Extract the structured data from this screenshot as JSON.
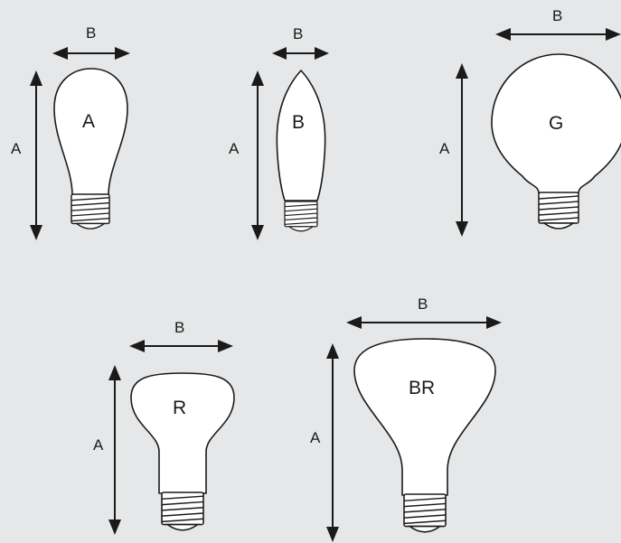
{
  "bulbs": [
    {
      "id": "A",
      "type_label": "A",
      "height_label": "A",
      "width_label": "B"
    },
    {
      "id": "B",
      "type_label": "B",
      "height_label": "A",
      "width_label": "B"
    },
    {
      "id": "G",
      "type_label": "G",
      "height_label": "A",
      "width_label": "B"
    },
    {
      "id": "R",
      "type_label": "R",
      "height_label": "A",
      "width_label": "B"
    },
    {
      "id": "BR",
      "type_label": "BR",
      "height_label": "A",
      "width_label": "B"
    }
  ],
  "colors": {
    "background": "#e6e7e8",
    "line": "#1a1a1a",
    "bulb_fill": "#ffffff"
  }
}
